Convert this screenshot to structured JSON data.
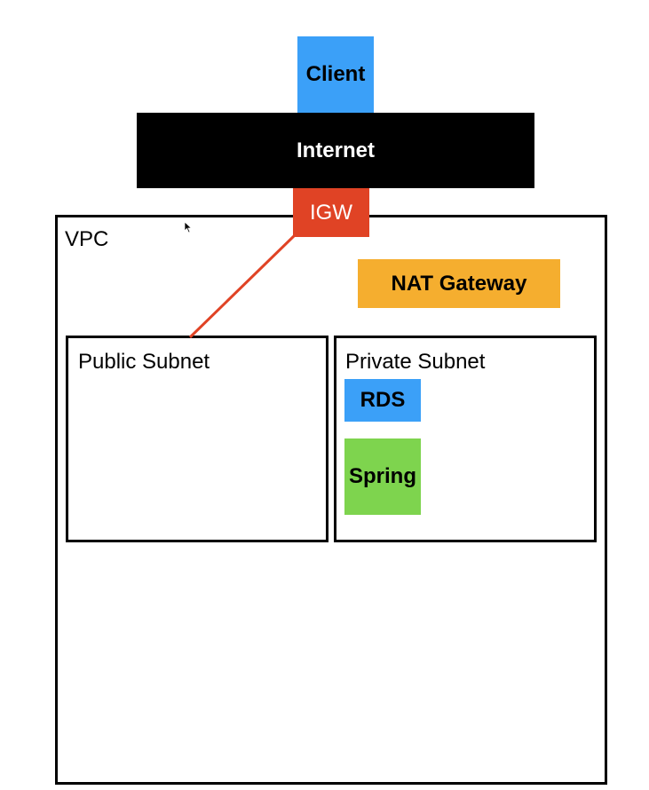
{
  "nodes": {
    "client": {
      "label": "Client",
      "color": "#3ba0f8"
    },
    "internet": {
      "label": "Internet",
      "color": "#000000"
    },
    "igw": {
      "label": "IGW",
      "color": "#e04325"
    },
    "vpc": {
      "label": "VPC",
      "border_color": "#000000"
    },
    "nat_gateway": {
      "label": "NAT Gateway",
      "color": "#f5ae2f"
    },
    "public_subnet": {
      "label": "Public Subnet"
    },
    "private_subnet": {
      "label": "Private Subnet"
    },
    "rds": {
      "label": "RDS",
      "color": "#3ba0f8"
    },
    "spring": {
      "label": "Spring",
      "color": "#7ed44e"
    }
  },
  "edges": [
    {
      "from": "igw",
      "to": "public_subnet",
      "color": "#e04325"
    }
  ],
  "cursor": {
    "icon": "mouse-pointer-icon"
  }
}
